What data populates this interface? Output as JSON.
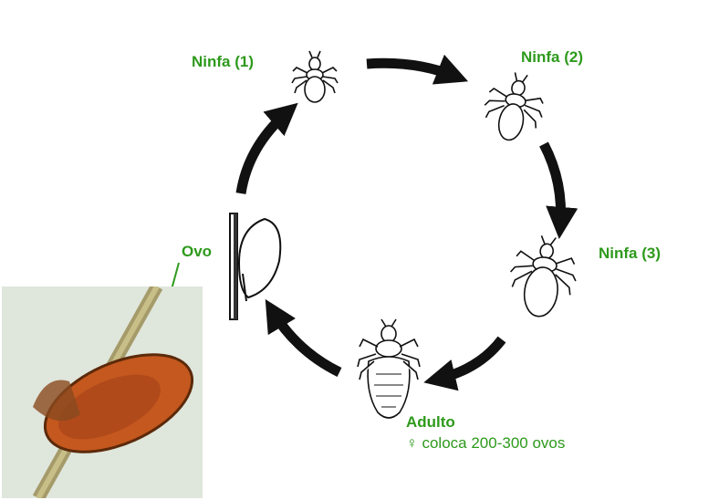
{
  "labels": {
    "ninfa1": "Ninfa (1)",
    "ninfa2": "Ninfa (2)",
    "ninfa3": "Ninfa (3)",
    "ovo": "Ovo",
    "adulto": "Adulto",
    "adulto_note": "♀ coloca 200-300 ovos"
  },
  "colors": {
    "label_green": "#2e9a1c",
    "arrow_black": "#111111",
    "photo_bg": "#dfe6dc",
    "egg_brown": "#c4581e"
  },
  "icons": {
    "stage_1": "louse-nymph-icon",
    "stage_2": "louse-nymph-icon",
    "stage_3": "louse-nymph-icon",
    "adult": "adult-louse-icon",
    "egg": "nit-on-hair-icon"
  }
}
